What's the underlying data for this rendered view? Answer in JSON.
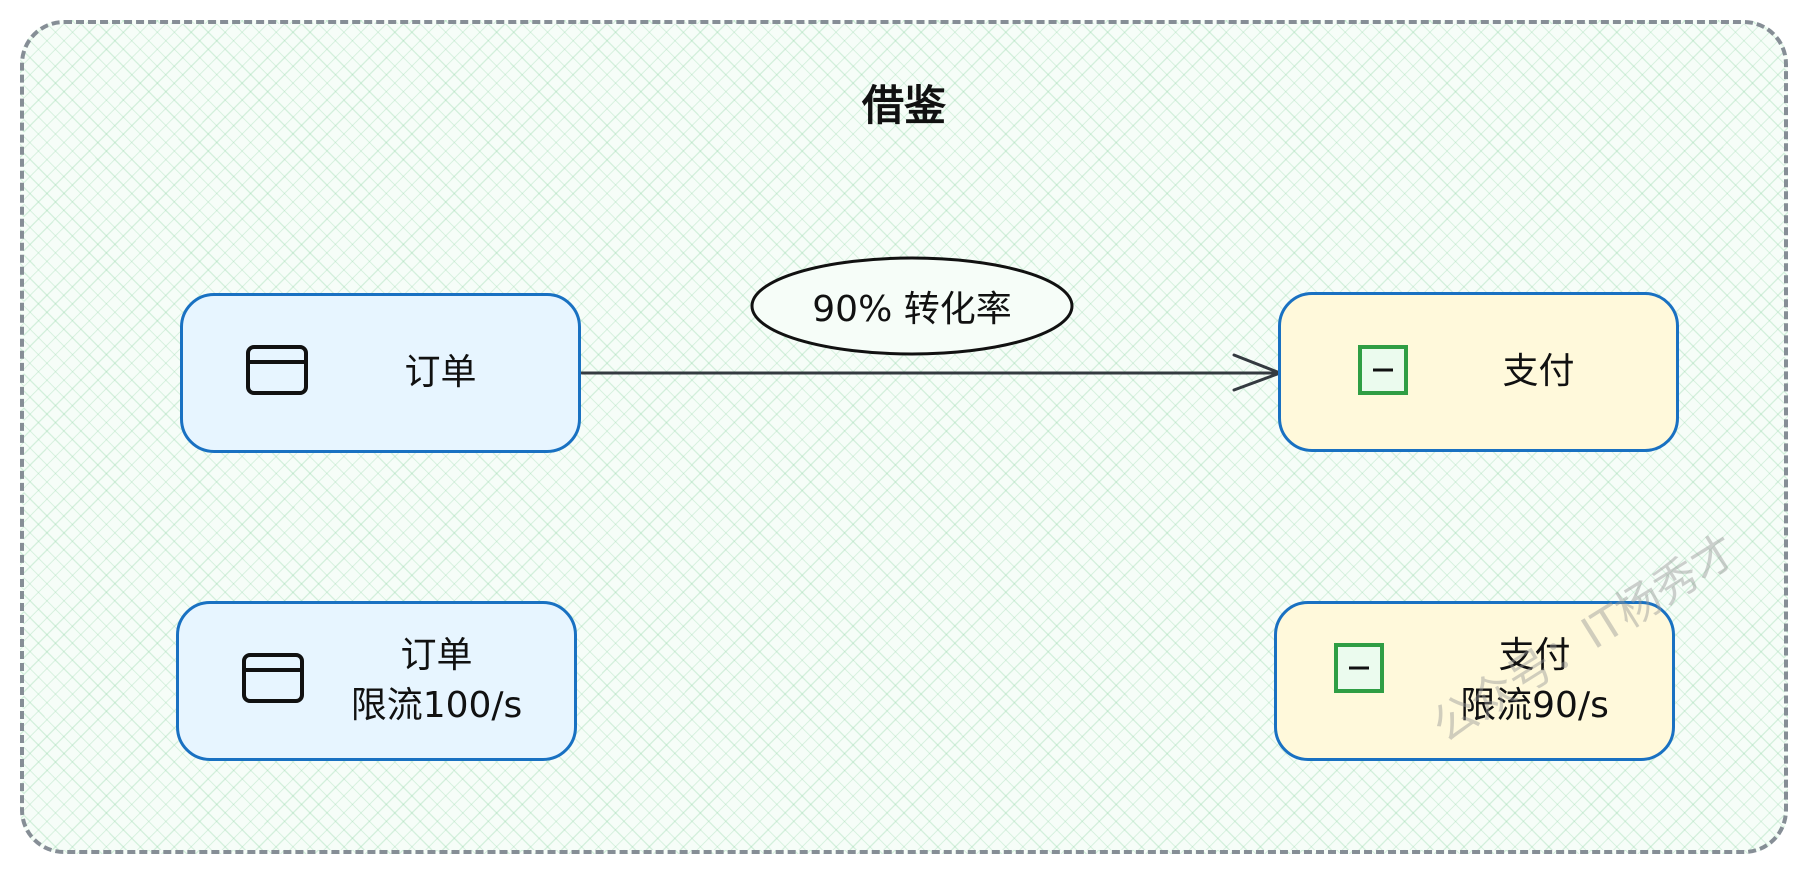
{
  "diagram": {
    "title": "借鉴",
    "nodes": [
      {
        "id": "order-top",
        "icon": "card-icon",
        "lines": [
          "订单"
        ]
      },
      {
        "id": "payment-top",
        "icon": "minus-square-icon",
        "lines": [
          "支付"
        ]
      },
      {
        "id": "order-bottom",
        "icon": "card-icon",
        "lines": [
          "订单",
          "限流100/s"
        ]
      },
      {
        "id": "payment-bottom",
        "icon": "minus-square-icon",
        "lines": [
          "支付",
          "限流90/s"
        ]
      }
    ],
    "edges": [
      {
        "from": "order-top",
        "to": "payment-top",
        "label": "90% 转化率"
      }
    ],
    "watermark": "公众号：IT杨秀才"
  },
  "colors": {
    "frame_border": "#868e96",
    "frame_fill": "#f6fdf8",
    "node_border": "#1971c2",
    "order_fill": "#e7f5ff",
    "payment_fill": "#fff9db",
    "payment_icon": "#2f9e44",
    "edge": "#343a40"
  }
}
